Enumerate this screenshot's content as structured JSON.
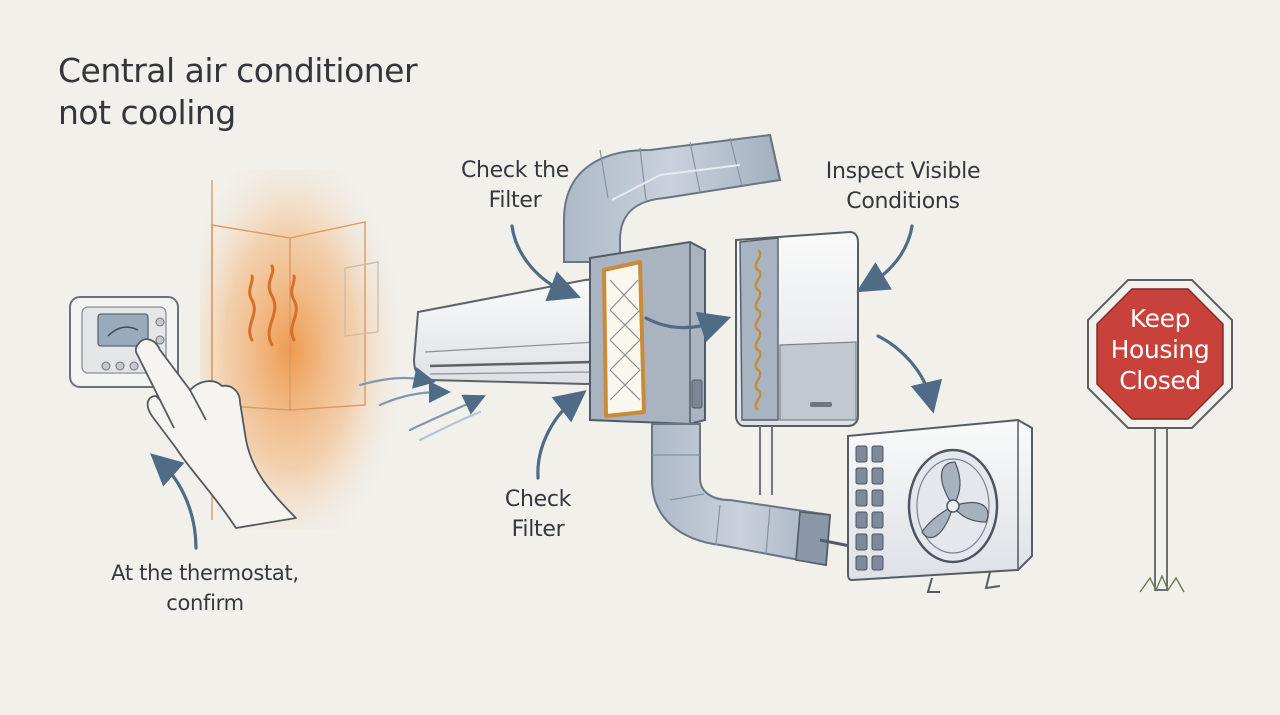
{
  "title": {
    "line1": "Central air conditioner",
    "line2": "not cooling"
  },
  "labels": {
    "check_the_filter": {
      "line1": "Check the",
      "line2": "Filter"
    },
    "inspect_visible_conditions": {
      "line1": "Inspect Visible",
      "line2": "Conditions"
    },
    "check_filter": {
      "line1": "Check",
      "line2": "Filter"
    },
    "thermostat": {
      "line1": "At the thermostat,",
      "line2": "confirm"
    }
  },
  "sign": {
    "line1": "Keep",
    "line2": "Housing",
    "line3": "Closed"
  },
  "colors": {
    "background": "#f1f0eb",
    "heat_orange": "#f0a45c",
    "duct_blue": "#b9c3d1",
    "arrow_blue": "#4f6b86",
    "filter_frame": "#c98a3a",
    "sign_red": "#c8413b"
  },
  "icons": [
    "thermostat-icon",
    "hand-icon",
    "heat-waves-icon",
    "wall-unit-icon",
    "air-handler-icon",
    "filter-icon",
    "evaporator-coil-icon",
    "outdoor-condenser-icon",
    "fan-icon",
    "stop-sign-icon"
  ]
}
